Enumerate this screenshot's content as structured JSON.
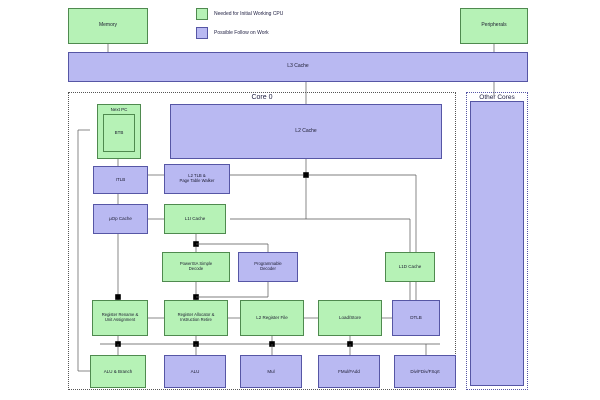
{
  "legend": {
    "items": [
      {
        "label": "Needed for Initial Working CPU",
        "color": "#b6f2b6",
        "kind": "green"
      },
      {
        "label": "Possible Follow on Work",
        "color": "#b9b9f2",
        "kind": "purple"
      }
    ]
  },
  "top": {
    "memory": "Memory",
    "peripherals": "Peripherals",
    "l3_cache": "L3 Cache"
  },
  "groups": {
    "core0": "Core 0",
    "other_cores": "Other Cores"
  },
  "core": {
    "next_pc": "Next PC",
    "btb": "BTB",
    "l2_cache": "L2 Cache",
    "itlb": "ITLB",
    "l2_tlb": "L2 TLB &\nPage Table Walker",
    "uop_cache": "µOp Cache",
    "l1i_cache": "L1I Cache",
    "powerisa_decode": "PowerISA Simple\nDecode",
    "programmable_decoder": "Programmable\nDecoder",
    "l1d_cache": "L1D Cache",
    "register_rename": "Register Rename &\nUnit Assignment",
    "register_allocator": "Register Allocator &\nInstruction Retire",
    "l2_register_file": "L2 Register File",
    "load_store": "Load/Store",
    "dtlb": "DTLB",
    "alu_branch": "ALU & Branch",
    "alu": "ALU",
    "mul": "Mul",
    "fmul_fadd": "FMul/FAdd",
    "div_fdiv_fsqrt": "Div/FDiv/FSqrt"
  },
  "colors": {
    "green_fill": "#b6f2b6",
    "green_stroke": "#4f8a4f",
    "purple_fill": "#b9b9f2",
    "purple_stroke": "#5656a5",
    "wire": "#555555",
    "text": "#222244"
  }
}
